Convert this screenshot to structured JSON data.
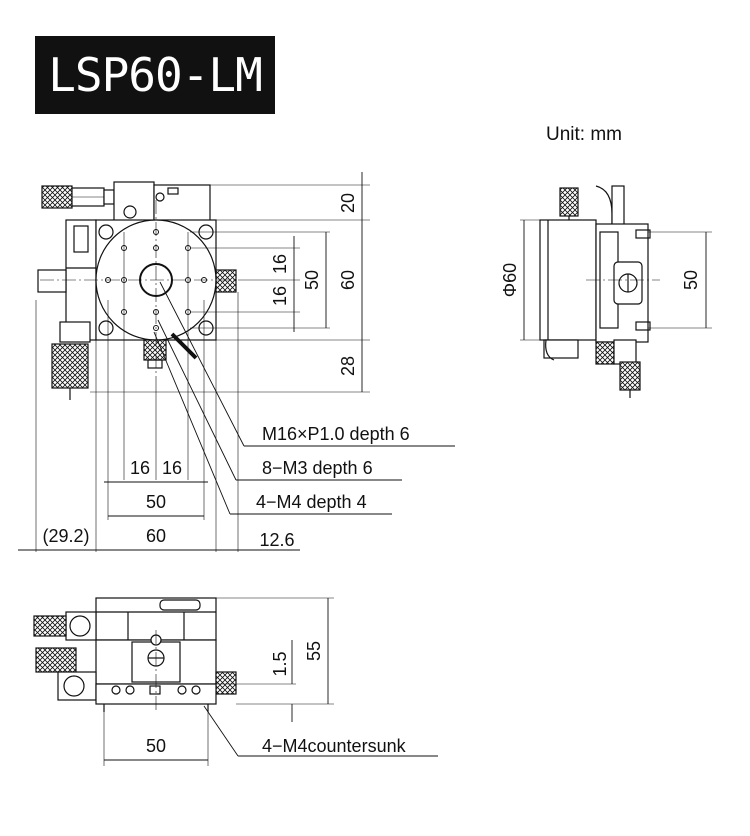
{
  "title": "LSP60-LM",
  "unit_label": "Unit: mm",
  "top_view": {
    "dims_right": {
      "d20": "20",
      "d16a": "16",
      "d16b": "16",
      "d50": "50",
      "d60": "60",
      "d28": "28"
    },
    "dims_bottom": {
      "d16a": "16",
      "d16b": "16",
      "d50": "50",
      "d60": "60",
      "d29": "(29.2)",
      "d12": "12.6"
    },
    "callouts": [
      "M16×P1.0 depth 6",
      "8−M3 depth 6",
      "4−M4 depth 4"
    ]
  },
  "side_view": {
    "phi60": "Φ60",
    "d50": "50"
  },
  "front_view": {
    "d55": "55",
    "d15": "1.5",
    "d50": "50",
    "callout": "4−M4countersunk"
  }
}
